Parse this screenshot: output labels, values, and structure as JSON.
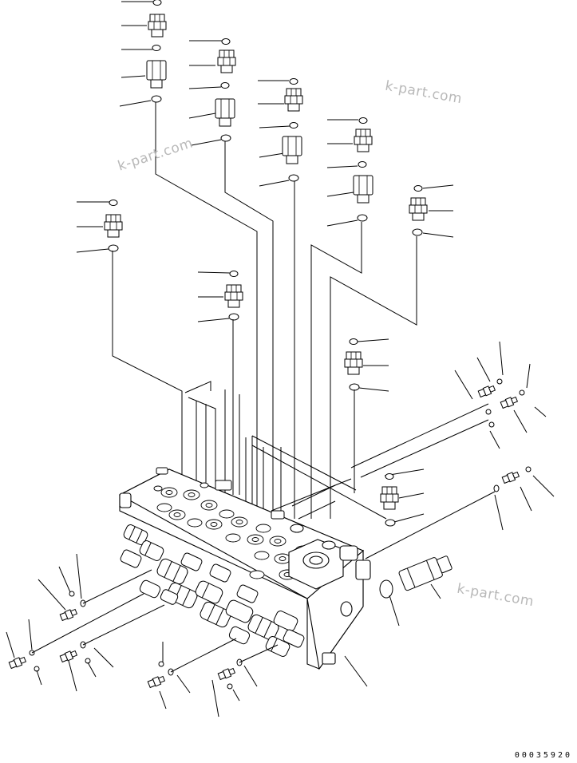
{
  "watermarks": [
    "k-part.com",
    "k-part.com",
    "k-part.com"
  ],
  "drawing_code": "00035920",
  "colors": {
    "line": "#000000",
    "watermark": "#b9b9b9",
    "background": "#ffffff"
  }
}
